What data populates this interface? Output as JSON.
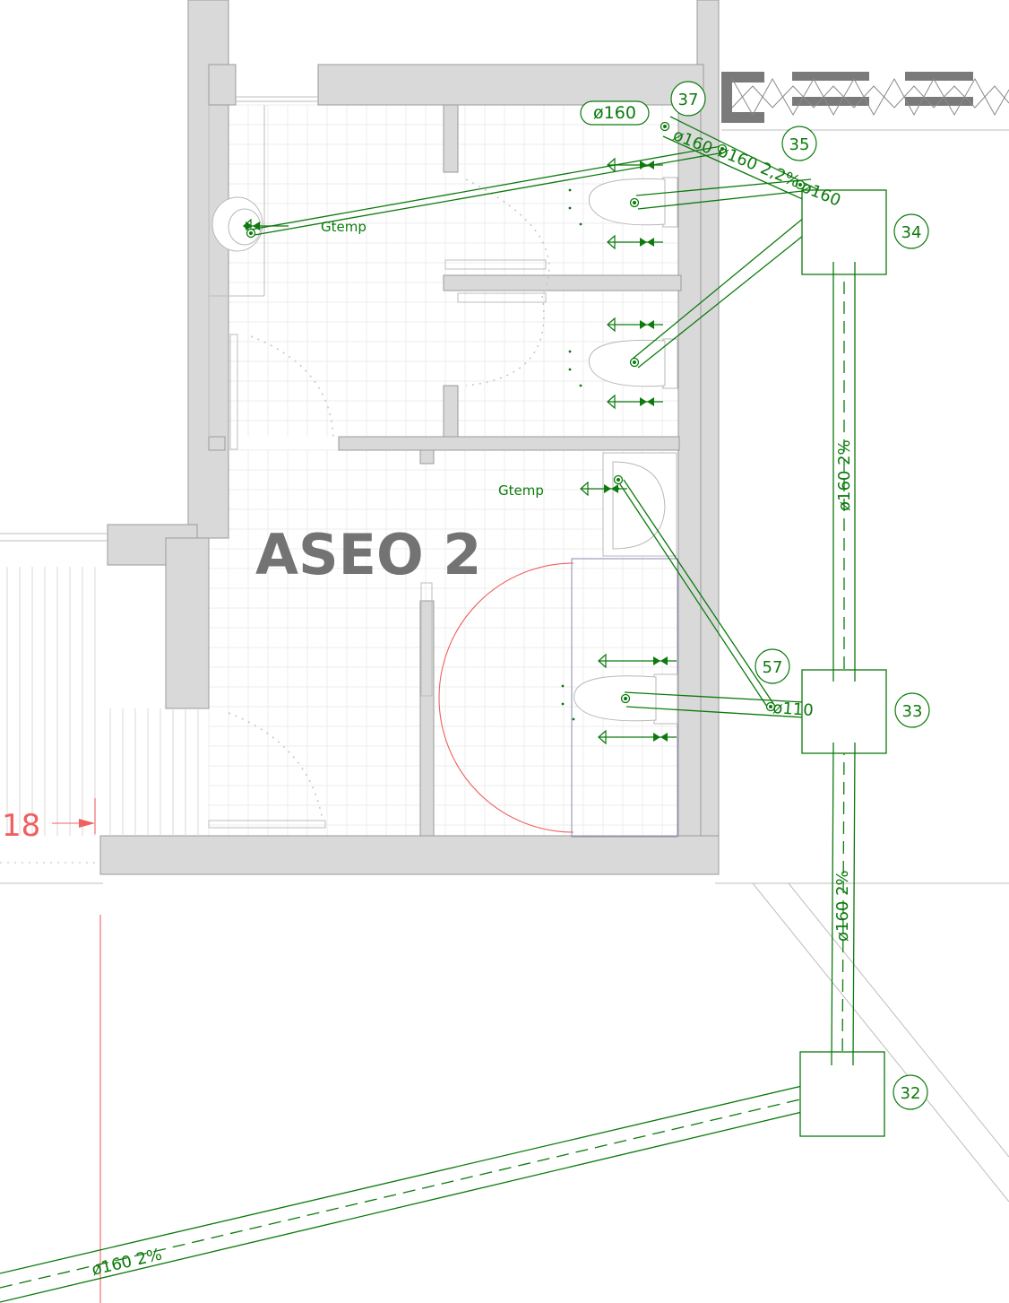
{
  "room": {
    "label": "ASEO 2"
  },
  "dimension": {
    "label": "18"
  },
  "nodes": [
    {
      "id": "37"
    },
    {
      "id": "35"
    },
    {
      "id": "34"
    },
    {
      "id": "57"
    },
    {
      "id": "33"
    },
    {
      "id": "32"
    }
  ],
  "pipe_labels": {
    "tag_160": "ø160",
    "diag_160_a": "ø160",
    "diag_160_slope": "ø160  2,2%",
    "diag_160_b": "ø160",
    "run_34_33": "ø160  2%",
    "run_33_32": "ø160  2%",
    "bottom_run": "ø160  2%",
    "run_110": "ø110"
  },
  "fixture_labels": {
    "gtemp_top": "Gtemp",
    "gtemp_mid": "Gtemp"
  },
  "colors": {
    "pipe": "#0c7a0c",
    "wall": "#d9d9d9",
    "room_text": "#737373",
    "dimension": "#f06060"
  }
}
